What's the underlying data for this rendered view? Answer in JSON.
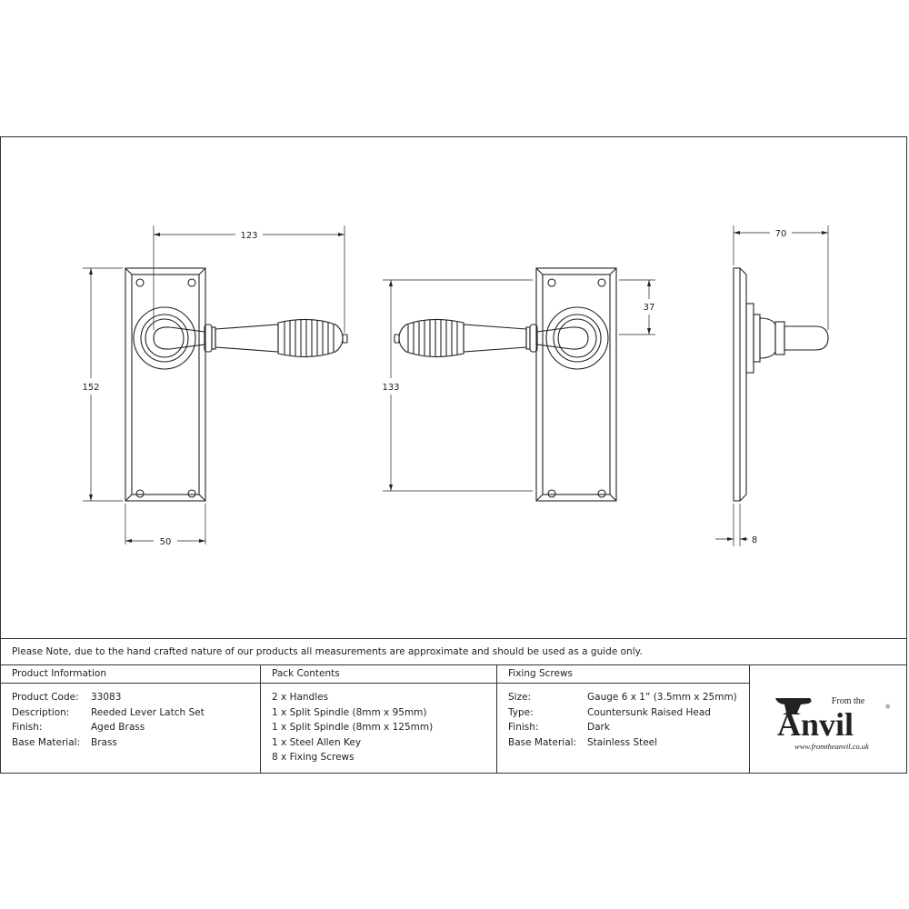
{
  "drawing": {
    "dimensions": {
      "front_width_top": "123",
      "front_height": "152",
      "front_width_bottom": "50",
      "back_height": "133",
      "back_offset": "37",
      "side_projection": "70",
      "side_thickness": "8"
    }
  },
  "note": "Please Note, due to the hand crafted nature of our products all measurements are approximate and should be used as a guide only.",
  "product_information": {
    "heading": "Product Information",
    "rows": [
      {
        "label": "Product Code:",
        "value": "33083"
      },
      {
        "label": "Description:",
        "value": "Reeded Lever Latch Set"
      },
      {
        "label": "Finish:",
        "value": "Aged Brass"
      },
      {
        "label": "Base Material:",
        "value": "Brass"
      }
    ]
  },
  "pack_contents": {
    "heading": "Pack Contents",
    "items": [
      "2 x Handles",
      "1 x Split Spindle (8mm x 95mm)",
      "1 x Split Spindle (8mm x 125mm)",
      "1 x Steel Allen Key",
      "8 x Fixing Screws"
    ]
  },
  "fixing_screws": {
    "heading": "Fixing Screws",
    "rows": [
      {
        "label": "Size:",
        "value": "Gauge 6 x 1” (3.5mm x 25mm)"
      },
      {
        "label": "Type:",
        "value": "Countersunk Raised Head"
      },
      {
        "label": "Finish:",
        "value": "Dark"
      },
      {
        "label": "Base Material:",
        "value": "Stainless Steel"
      }
    ]
  },
  "logo": {
    "from_the": "From the",
    "brand": "Anvil",
    "registered": "®",
    "url": "www.fromtheanvil.co.uk"
  }
}
